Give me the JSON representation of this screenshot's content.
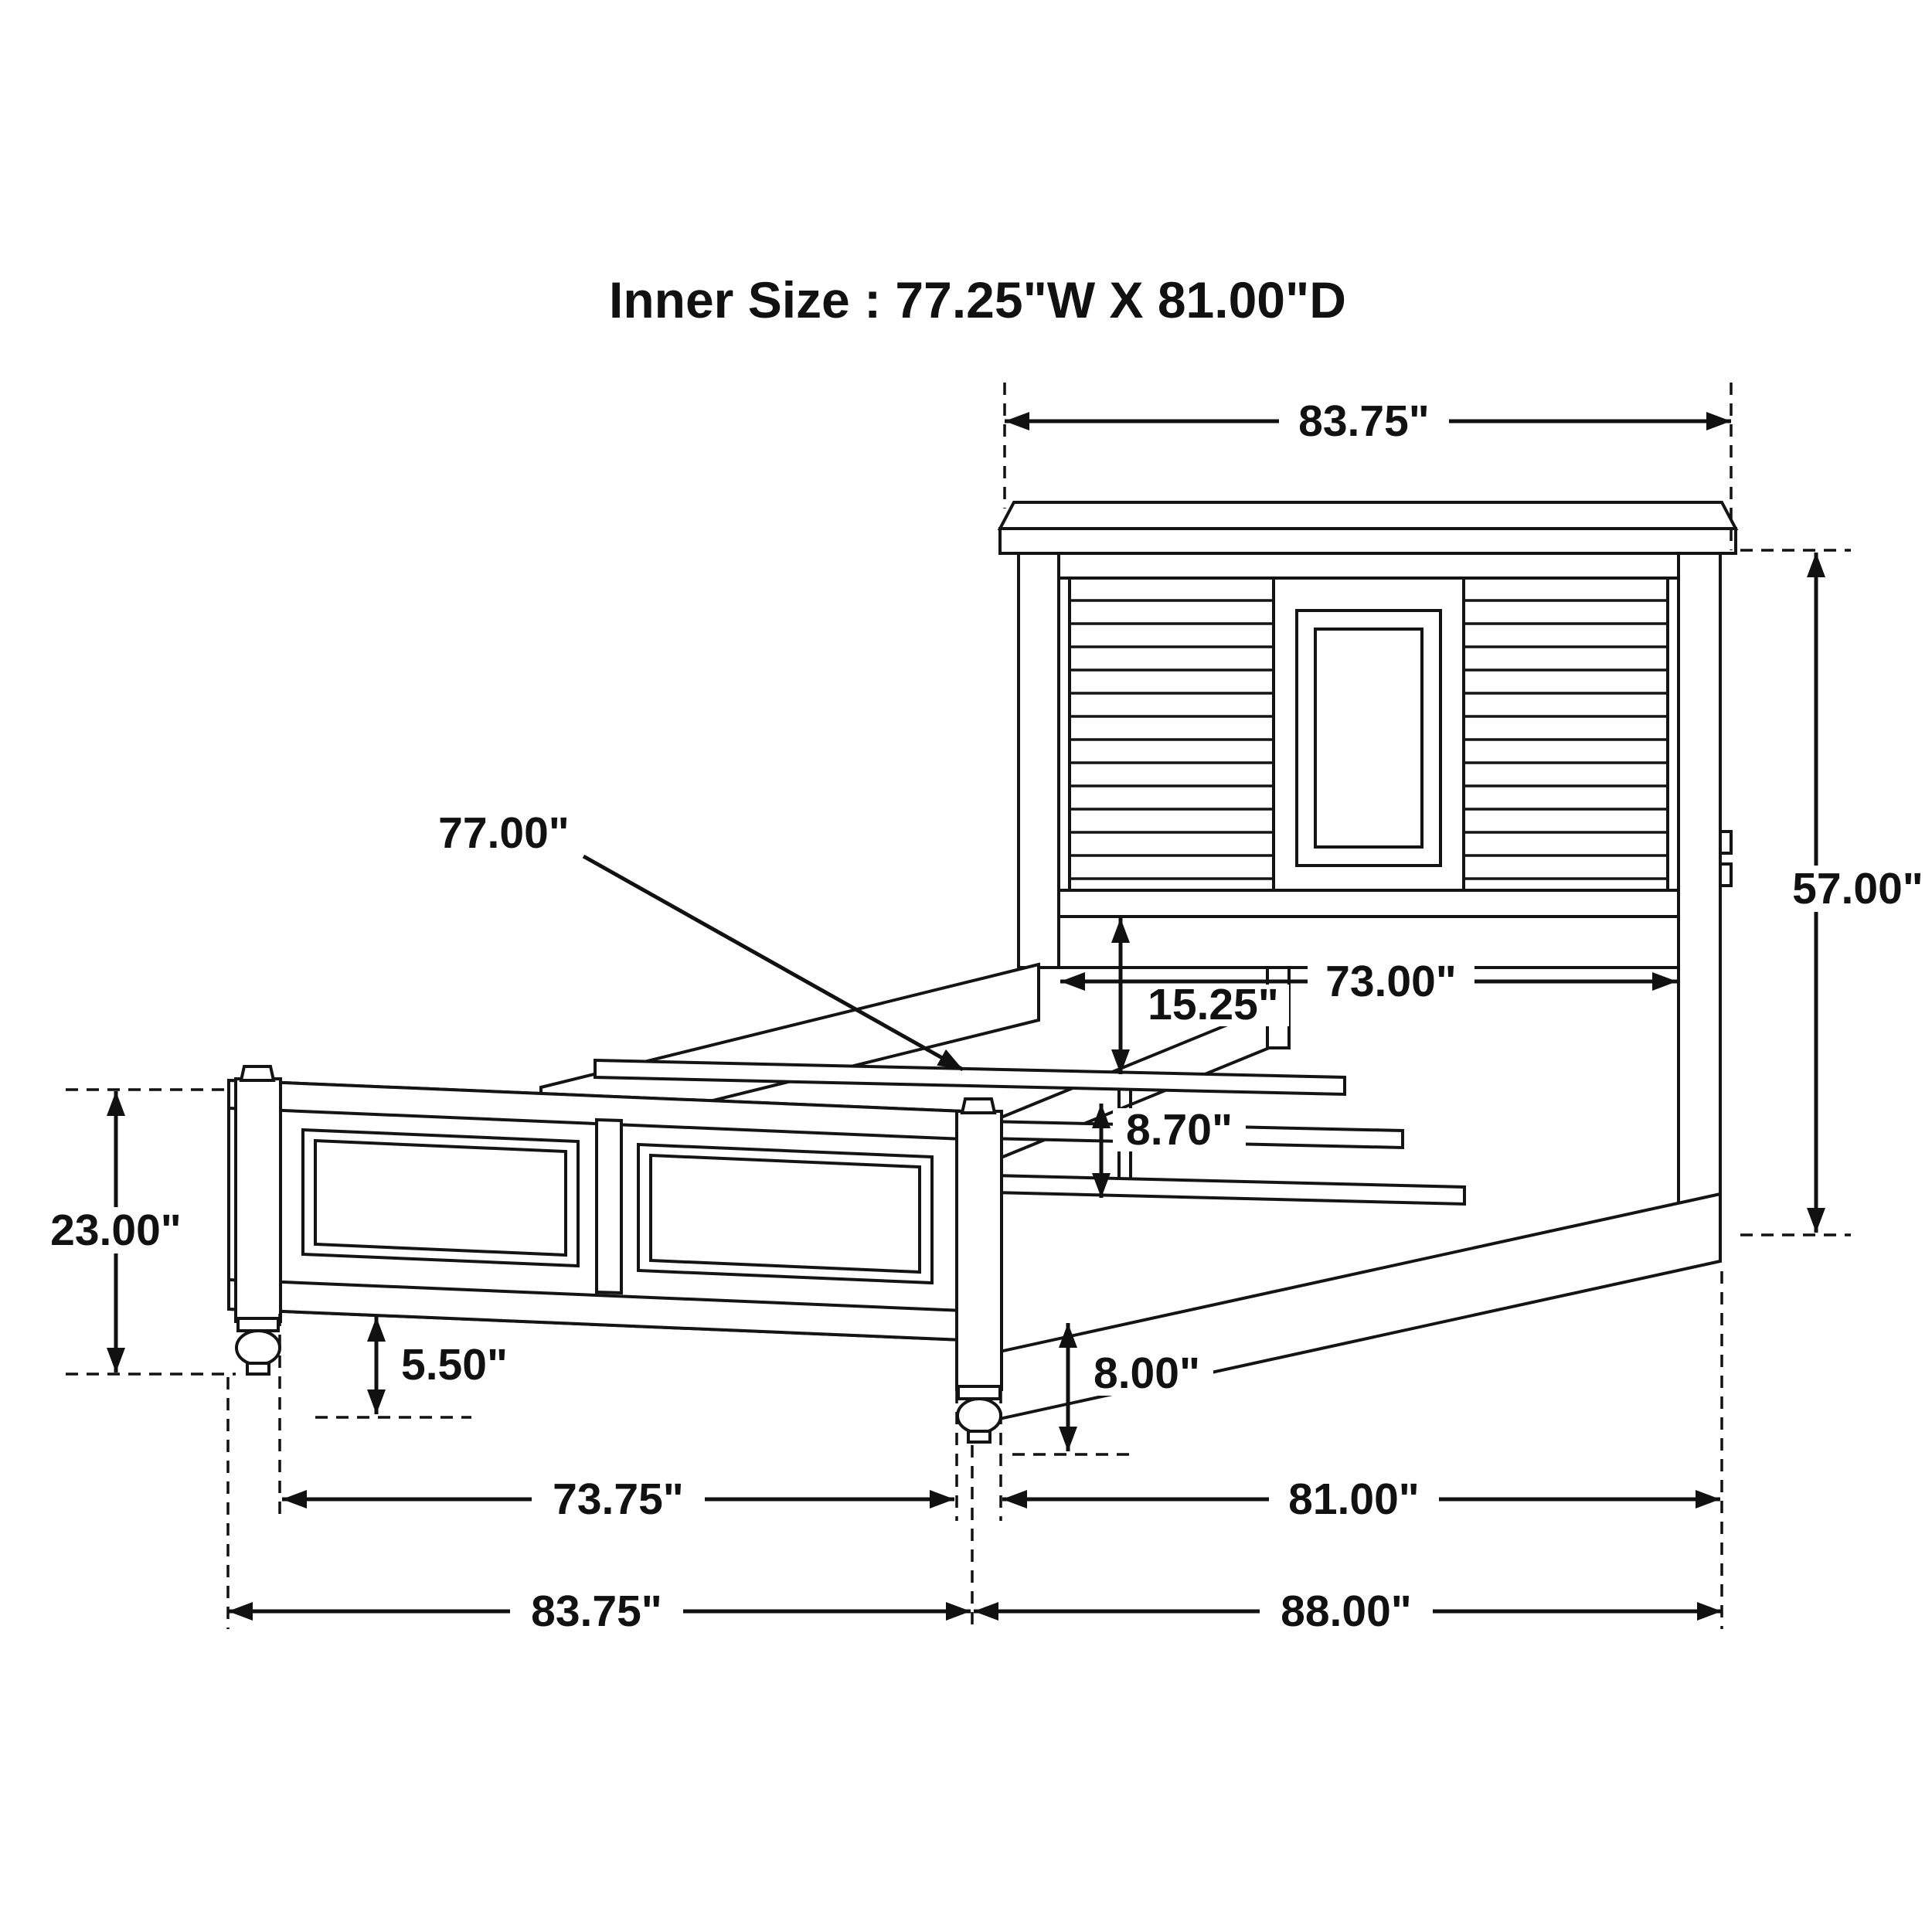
{
  "diagram": {
    "title": "Inner Size : 77.25\"W X 81.00\"D",
    "dims": {
      "headboard_width_top": "83.75\"",
      "headboard_height": "57.00\"",
      "slat_length": "77.00\"",
      "inner_width_headboard": "73.00\"",
      "rail_to_panel_gap": "15.25\"",
      "slat_stack_height": "8.70\"",
      "footboard_height": "23.00\"",
      "footboard_clearance": "5.50\"",
      "side_rail_height": "8.00\"",
      "footboard_inner_width": "73.75\"",
      "inner_depth": "81.00\"",
      "footboard_width": "83.75\"",
      "overall_depth": "88.00\""
    }
  }
}
